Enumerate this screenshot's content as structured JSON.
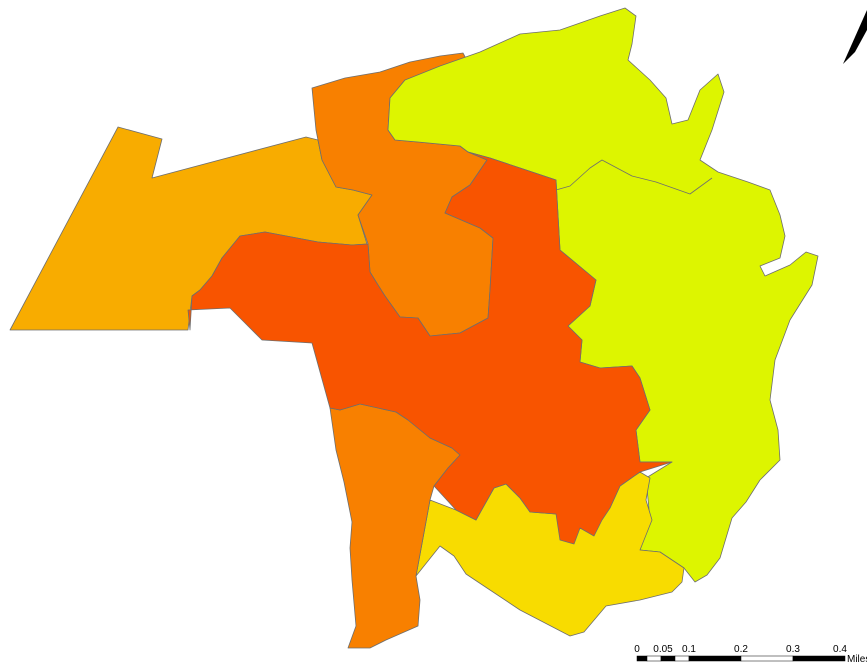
{
  "map": {
    "colors": {
      "class_1": "#DDF500",
      "class_2": "#F8DC00",
      "class_3": "#F8AC00",
      "class_4": "#F88000",
      "class_5": "#F85400",
      "outline": "#6E6E6E",
      "background": "#FFFFFF"
    },
    "regions": [
      {
        "name": "northeast",
        "class": "class_1"
      },
      {
        "name": "south",
        "class": "class_2"
      },
      {
        "name": "west",
        "class": "class_3"
      },
      {
        "name": "north-central",
        "class": "class_4"
      },
      {
        "name": "southwest-strip",
        "class": "class_4"
      },
      {
        "name": "central",
        "class": "class_5"
      }
    ]
  },
  "scale_bar": {
    "ticks": [
      "0",
      "0.05",
      "0.1",
      "0.2",
      "0.3",
      "0.4"
    ],
    "unit": "Miles"
  },
  "north_arrow": {
    "icon": "north-arrow-icon"
  }
}
